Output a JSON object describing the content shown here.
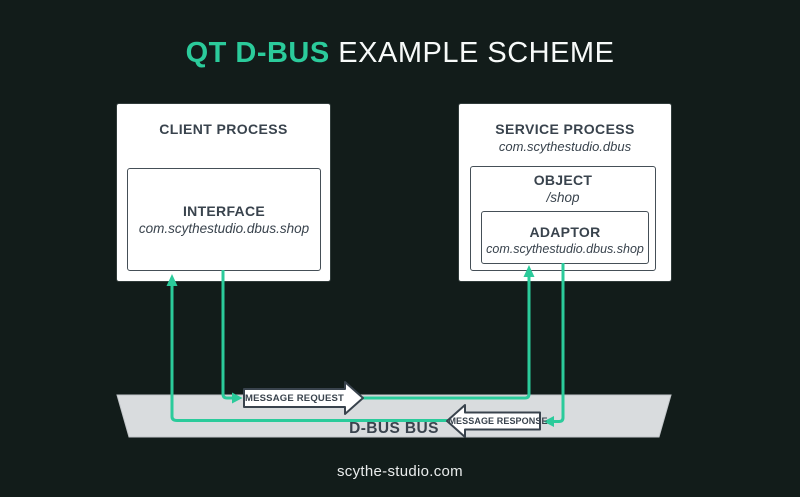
{
  "title": {
    "highlight": "QT D-BUS",
    "rest": " EXAMPLE SCHEME"
  },
  "client_process": {
    "label": "CLIENT PROCESS",
    "interface": {
      "label": "INTERFACE",
      "value": "com.scythestudio.dbus.shop"
    }
  },
  "service_process": {
    "label": "SERVICE PROCESS",
    "value": "com.scythestudio.dbus",
    "object": {
      "label": "OBJECT",
      "value": "/shop",
      "adaptor": {
        "label": "ADAPTOR",
        "value": "com.scythestudio.dbus.shop"
      }
    }
  },
  "bus": {
    "label": "D-BUS BUS"
  },
  "arrows": {
    "request": "MESSAGE REQUEST",
    "response": "MESSAGE RESPONSE"
  },
  "footer": {
    "url": "scythe-studio.com"
  },
  "colors": {
    "accent_green": "#2BCB9B",
    "background": "#121C1A",
    "box_text": "#39434D",
    "bus_fill": "#D9DCDE",
    "box_fill": "#FFFFFF"
  }
}
